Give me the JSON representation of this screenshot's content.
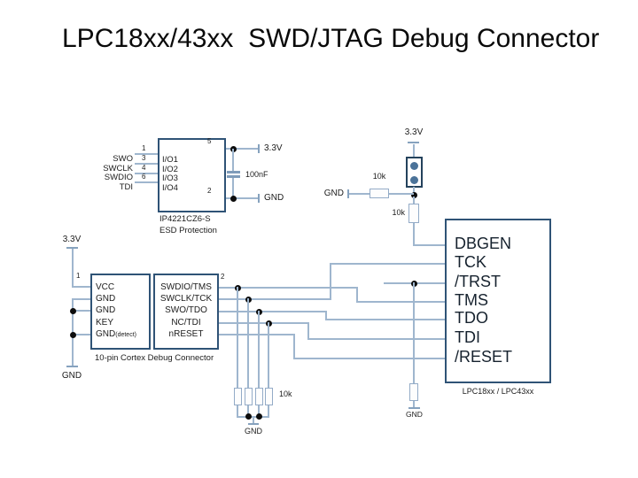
{
  "title": "LPC18xx/43xx  SWD/JTAG Debug Connector",
  "esd": {
    "part": "IP4221CZ6-S",
    "subtitle": "ESD Protection",
    "left_pins": [
      {
        "num": "1",
        "net": "SWO"
      },
      {
        "num": "3",
        "net": "SWCLK"
      },
      {
        "num": "4",
        "net": "SWDIO"
      },
      {
        "num": "6",
        "net": "TDI"
      }
    ],
    "io_pins": [
      "I/O1",
      "I/O2",
      "I/O3",
      "I/O4"
    ],
    "pin5_num": "5",
    "pin2_num": "2",
    "cap_value": "100nF",
    "vcc_label": "3.3V",
    "gnd_label": "GND"
  },
  "jumper_circuit": {
    "vcc_label": "3.3V",
    "gnd_label": "GND",
    "r_pullup": "10k",
    "r_series": "10k"
  },
  "connector": {
    "pin1_num": "1",
    "pin2_num": "2",
    "vcc_label": "3.3V",
    "gnd_label": "GND",
    "left_pins": [
      "VCC",
      "GND",
      "GND",
      "KEY"
    ],
    "gnd_detect": {
      "main": "GND",
      "sub": "(detect)"
    },
    "right_pins": [
      "SWDIO/TMS",
      "SWCLK/TCK",
      "SWO/TDO",
      "NC/TDI",
      "nRESET"
    ],
    "caption": "10-pin Cortex Debug Connector"
  },
  "chip": {
    "pins": [
      "DBGEN",
      "TCK",
      "/TRST",
      "TMS",
      "TDO",
      "TDI",
      "/RESET"
    ],
    "caption": "LPC18xx / LPC43xx"
  },
  "pulldowns": {
    "value": "10k",
    "gnd_label": "GND"
  },
  "trst_pulldown": {
    "gnd_label": "GND"
  }
}
